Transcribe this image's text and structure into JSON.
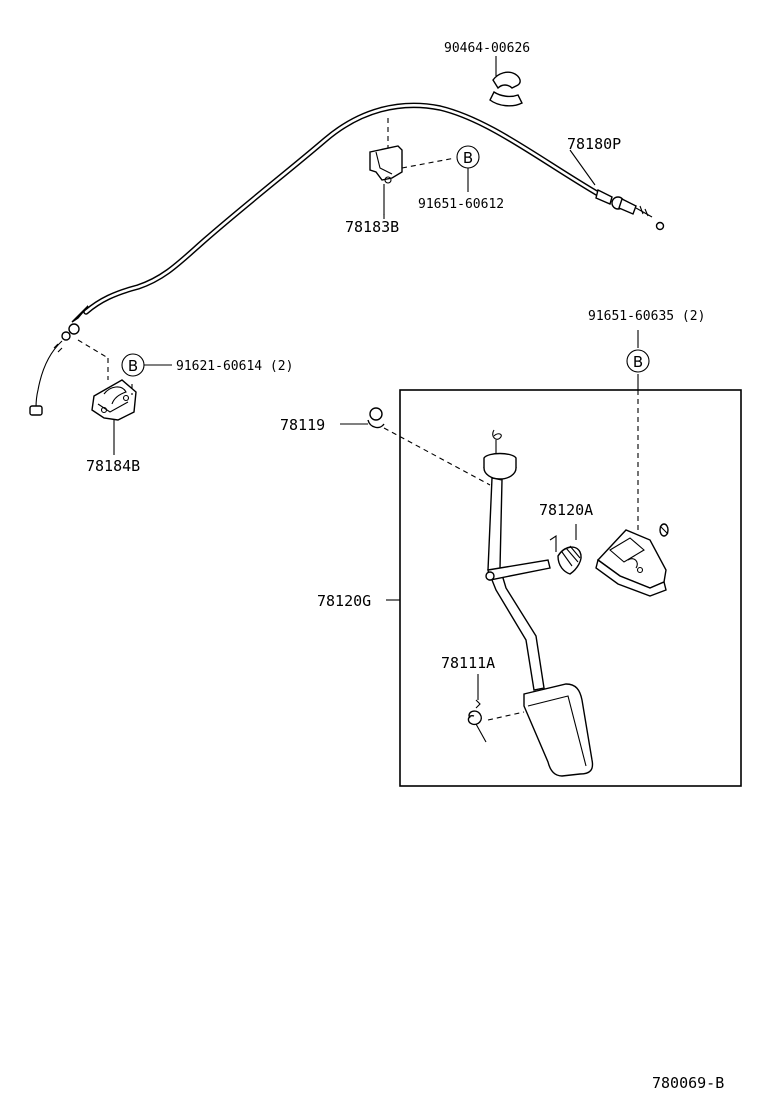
{
  "parts": {
    "clamp_bolt_top": "90464-00626",
    "accel_cable": "78180P",
    "cable_bracket": "78183B",
    "bolt_cable_bracket": "91651-60612",
    "bolt_lower_bracket": "91621-60614 (2)",
    "lower_bracket": "78184B",
    "bolt_pedal_bracket": "91651-60635 (2)",
    "stopper": "78119",
    "pedal_bracket": "78120A",
    "pedal_assy": "78120G",
    "return_spring": "78111A"
  },
  "ref_marks": {
    "b1": "B",
    "b2": "B",
    "b3": "B"
  },
  "diagram_code": "780069-B"
}
